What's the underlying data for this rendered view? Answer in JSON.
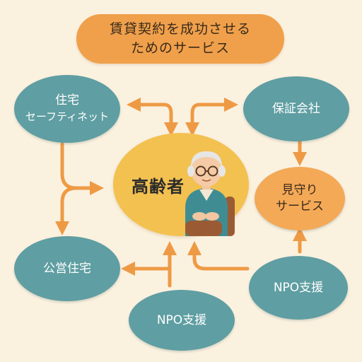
{
  "title": {
    "line1": "賃貸契約を成功させる",
    "line2": "ためのサービス"
  },
  "center": {
    "label": "高齢者"
  },
  "nodes": {
    "safety_net": {
      "line1": "住宅",
      "line2": "セーフティネット"
    },
    "guarantee": {
      "label": "保証会社"
    },
    "watch": {
      "line1": "見守り",
      "line2": "サービス"
    },
    "public_housing": {
      "label": "公営住宅"
    },
    "npo_bottom": {
      "label": "NPO支援"
    },
    "npo_right": {
      "label": "NPO支援"
    }
  },
  "colors": {
    "teal": "#5f9ea2",
    "orange": "#f0a04b",
    "center": "#f3c150",
    "arrow": "#ee9a45"
  },
  "icons": [
    "elderly-person-illustration",
    "arrow"
  ]
}
